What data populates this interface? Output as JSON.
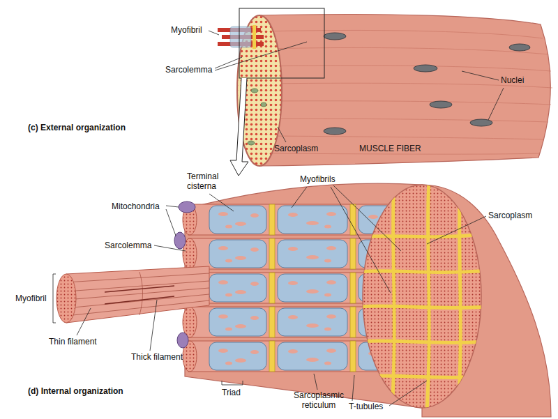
{
  "diagram": {
    "labels": [
      "Myofibril",
      "Sarcolemma",
      "Nuclei",
      "Sarcoplasm",
      "MUSCLE FIBER",
      "(c) External organization",
      "Terminal cisterna",
      "Myofibrils",
      "Mitochondria",
      "Sarcoplasm",
      "Sarcolemma",
      "Myofibril",
      "Thin filament",
      "Thick filament",
      "Triad",
      "Sarcoplasmic reticulum",
      "T-tubules",
      "(d) Internal organization"
    ]
  }
}
